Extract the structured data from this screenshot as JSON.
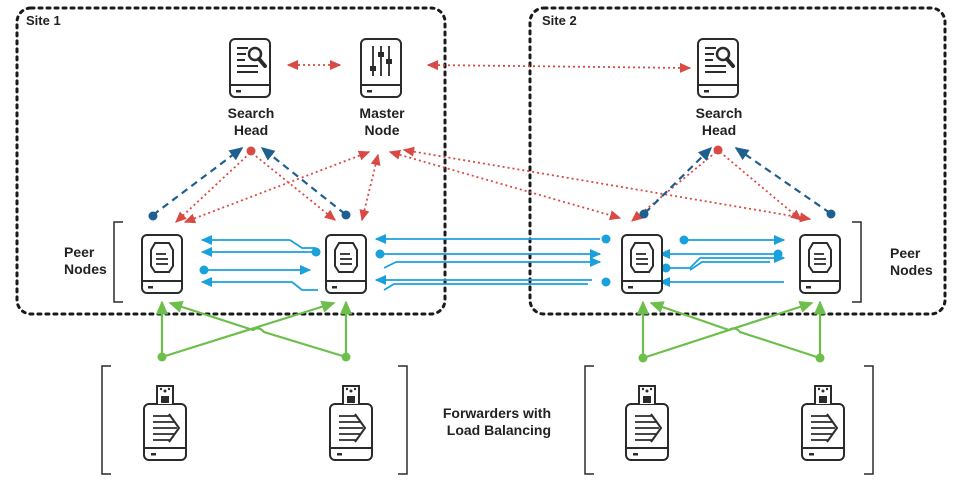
{
  "site1": {
    "label": "Site 1"
  },
  "site2": {
    "label": "Site 2"
  },
  "search_head": {
    "line1": "Search",
    "line2": "Head"
  },
  "master_node": {
    "line1": "Master",
    "line2": "Node"
  },
  "peer_nodes": {
    "line1": "Peer",
    "line2": "Nodes"
  },
  "forwarders": {
    "line1": "Forwarders with",
    "line2": "Load Balancing"
  },
  "colors": {
    "replication": "#1aa0dc",
    "search": "#1f5f8f",
    "management": "#d94a44",
    "forwarding": "#6cbf4b",
    "outline": "#2b2b2b"
  },
  "icons": {
    "search_head": "document-magnifier-icon",
    "master_node": "sliders-icon",
    "peer_node": "database-shield-icon",
    "forwarder": "forward-arrow-usb-icon"
  }
}
